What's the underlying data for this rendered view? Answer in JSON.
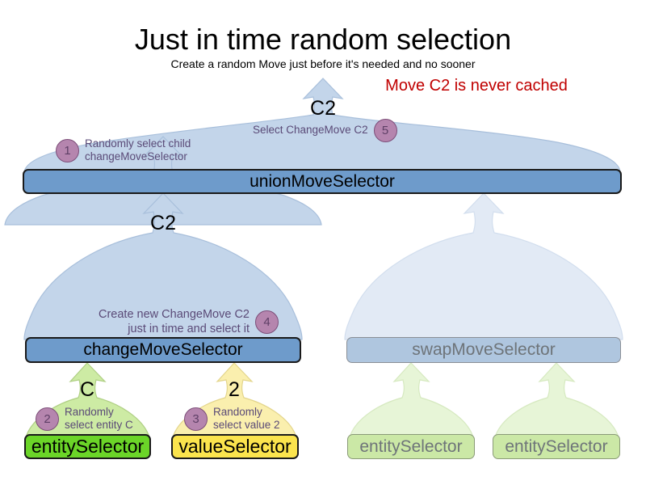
{
  "header": {
    "title": "Just in time random selection",
    "subtitle": "Create a random Move just before it's needed and no sooner",
    "warning": "Move C2 is never cached",
    "warning_color": "#C00000"
  },
  "colors": {
    "arrow_blue_fill": "#C3D5EA",
    "arrow_blue_stroke": "#A8BFDB",
    "arrow_blue_dim_fill": "#E2EAF5",
    "arrow_green_fill": "#CDEBA4",
    "arrow_green_stroke": "#AFCF84",
    "arrow_green_dim_fill": "#E7F5D7",
    "arrow_yellow_fill": "#FAEFAE",
    "arrow_yellow_stroke": "#E3D58C",
    "box_blue": "#6E9BCB",
    "box_blue_dim": "#AFC6DF",
    "box_green": "#6BD528",
    "box_green_dim": "#CBE8A6",
    "box_yellow": "#FBE44D",
    "badge_fill": "#B585AE",
    "badge_stroke": "#7D4E79",
    "annotation_text": "#5A4A77"
  },
  "nodes": {
    "union_move_selector": "unionMoveSelector",
    "change_move_selector": "changeMoveSelector",
    "swap_move_selector": "swapMoveSelector",
    "entity_selector": "entitySelector",
    "value_selector": "valueSelector",
    "swap_entity_selector_left": "entitySelector",
    "swap_entity_selector_right": "entitySelector"
  },
  "flow_labels": {
    "top_move": "C2",
    "change_move": "C2",
    "entity_value": "C",
    "value_value": "2"
  },
  "steps": [
    {
      "number": "1",
      "text": "Randomly select child\nchangeMoveSelector"
    },
    {
      "number": "2",
      "text": "Randomly\nselect entity C"
    },
    {
      "number": "3",
      "text": "Randomly\nselect value 2"
    },
    {
      "number": "4",
      "text": "Create new ChangeMove C2\njust in time and select it"
    },
    {
      "number": "5",
      "text": "Select ChangeMove C2"
    }
  ]
}
